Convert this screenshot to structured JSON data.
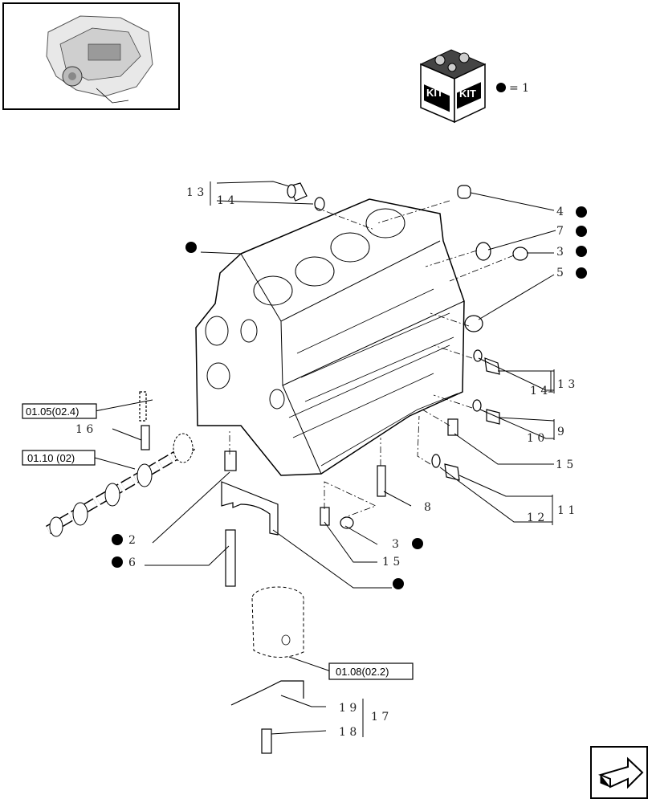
{
  "kit_legend": {
    "kit_left": "KIT",
    "kit_right": "KIT",
    "equals": "= 1"
  },
  "callouts": {
    "c13_top": "1 3",
    "c14_top": "1 4",
    "c4": "4",
    "c7": "7",
    "c3_right": "3",
    "c5": "5",
    "c13_right": "1 3",
    "c14_right": "1 4",
    "c9": "9",
    "c10": "1 0",
    "c15_right": "1 5",
    "c11": "1 1",
    "c12": "1 2",
    "c8": "8",
    "c3_bottom": "3",
    "c15_bottom": "1 5",
    "c16": "1 6",
    "c2": "2",
    "c6": "6",
    "c17": "1 7",
    "c18": "1 8",
    "c19": "1 9"
  },
  "references": {
    "ref_0105": "01.05(02.4)",
    "ref_0110": "01.10 (02)",
    "ref_0108": "01.08(02.2)"
  },
  "icons": [
    "engine-thumbnail-icon",
    "kit-box-icon",
    "kit-dot-icon",
    "next-page-arrow-icon"
  ]
}
